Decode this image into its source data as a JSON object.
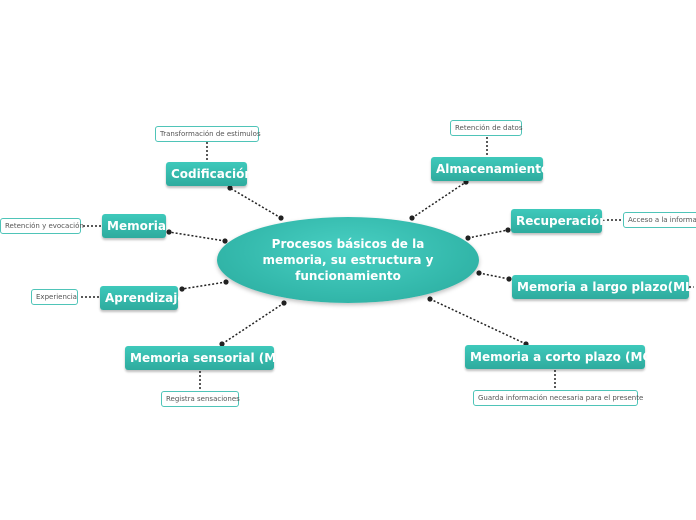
{
  "central": {
    "label": "Procesos básicos de la memoria, su estructura y funcionamiento"
  },
  "branches": {
    "codificacion": {
      "label": "Codificación",
      "note": "Transformación de estimulos"
    },
    "memoria": {
      "label": "Memoria",
      "note": "Retención y evocación"
    },
    "aprendizaje": {
      "label": "Aprendizaje",
      "note": "Experiencia"
    },
    "ms": {
      "label": "Memoria sensorial (MS)",
      "note": "Registra sensaciones"
    },
    "almacenamiento": {
      "label": "Almacenamiento",
      "note": "Retención de datos"
    },
    "recuperacion": {
      "label": "Recuperación",
      "note": "Acceso a la información"
    },
    "mlp": {
      "label": "Memoria a largo plazo(MLP)"
    },
    "mcp": {
      "label": "Memoria a corto plazo (MCP)",
      "note": "Guarda información necesaria para el presente"
    }
  },
  "colors": {
    "accent": "#34b9ac",
    "connector": "#222222",
    "note_border": "#4fc4b8"
  }
}
